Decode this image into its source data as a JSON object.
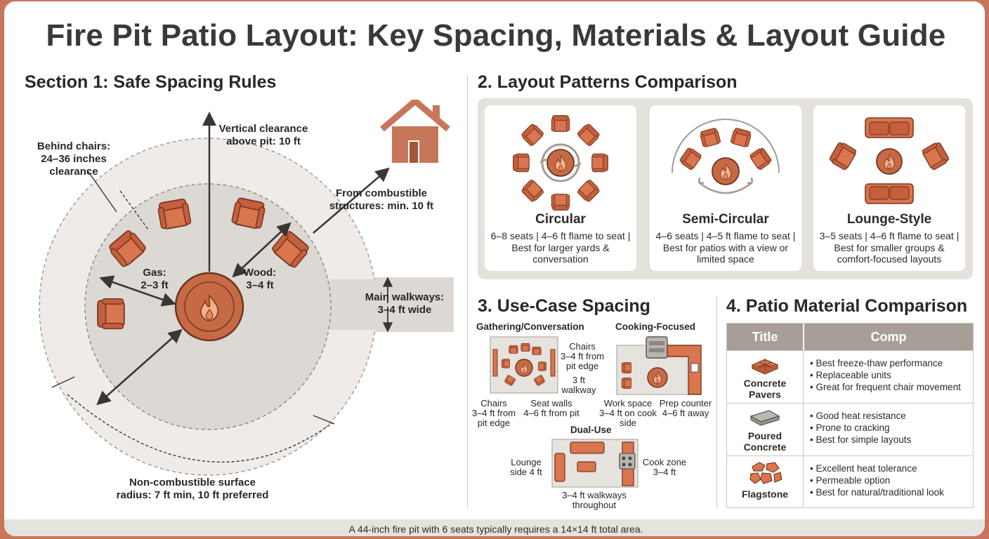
{
  "title": "Fire Pit Patio Layout: Key Spacing, Materials & Layout Guide",
  "section1": {
    "heading": "Section 1: Safe Spacing Rules",
    "behind_chairs": [
      "Behind chairs:",
      "24–36 inches",
      "clearance"
    ],
    "vertical": [
      "Vertical clearance",
      "above pit: 10 ft"
    ],
    "structures": [
      "From combustible",
      "structures: min. 10 ft"
    ],
    "gas": [
      "Gas:",
      "2–3 ft"
    ],
    "wood": [
      "Wood:",
      "3–4 ft"
    ],
    "walkways": [
      "Main walkways:",
      "3–4 ft wide"
    ],
    "surface": [
      "Non-combustible surface",
      "radius: 7 ft min, 10 ft preferred"
    ]
  },
  "section2": {
    "heading": "2. Layout Patterns Comparison",
    "cards": [
      {
        "title": "Circular",
        "desc": "6–8 seats | 4–6 ft flame to seat | Best for larger yards & conversation"
      },
      {
        "title": "Semi-Circular",
        "desc": "4–6 seats | 4–5 ft flame to seat | Best for patios with a view or limited space"
      },
      {
        "title": "Lounge-Style",
        "desc": "3–5 seats | 4–6 ft flame to seat | Best for smaller groups & comfort-focused layouts"
      }
    ]
  },
  "section3": {
    "heading": "3. Use-Case Spacing",
    "gathering": {
      "title": "Gathering/Conversation",
      "chairs_right": [
        "Chairs",
        "3–4 ft from",
        "pit edge"
      ],
      "walkway": [
        "3 ft",
        "walkway"
      ],
      "chairs_left": [
        "Chairs",
        "3–4 ft from",
        "pit edge"
      ],
      "seat_walls": [
        "Seat walls",
        "4–6 ft from pit"
      ]
    },
    "cooking": {
      "title": "Cooking-Focused",
      "work_space": [
        "Work space",
        "3–4 ft on cook",
        "side"
      ],
      "prep_counter": [
        "Prep counter",
        "4–6 ft away"
      ]
    },
    "dual": {
      "title": "Dual-Use",
      "lounge": [
        "Lounge",
        "side 4 ft"
      ],
      "cook": [
        "Cook zone",
        "3–4 ft"
      ],
      "walkways": [
        "3–4 ft walkways",
        "throughout"
      ]
    }
  },
  "section4": {
    "heading": "4. Patio Material Comparison",
    "col_title": "Title",
    "col_comp": "Comp",
    "rows": [
      {
        "name": [
          "Concrete",
          "Pavers"
        ],
        "points": [
          "Best freeze-thaw performance",
          "Replaceable units",
          "Great for frequent chair movement"
        ]
      },
      {
        "name": [
          "Poured",
          "Concrete"
        ],
        "points": [
          "Good heat resistance",
          "Prone to cracking",
          "Best for simple layouts"
        ]
      },
      {
        "name": [
          "Flagstone"
        ],
        "points": [
          "Excellent heat tolerance",
          "Permeable option",
          "Best for natural/traditional look"
        ]
      }
    ]
  },
  "footer": "A 44-inch fire pit with 6 seats typically requires a 14×14 ft total area.",
  "colors": {
    "accent": "#c8765a",
    "chair": "#d9754f",
    "pit": "#c66a45",
    "surface": "#dcd8d3",
    "outer": "#eeebe8"
  }
}
